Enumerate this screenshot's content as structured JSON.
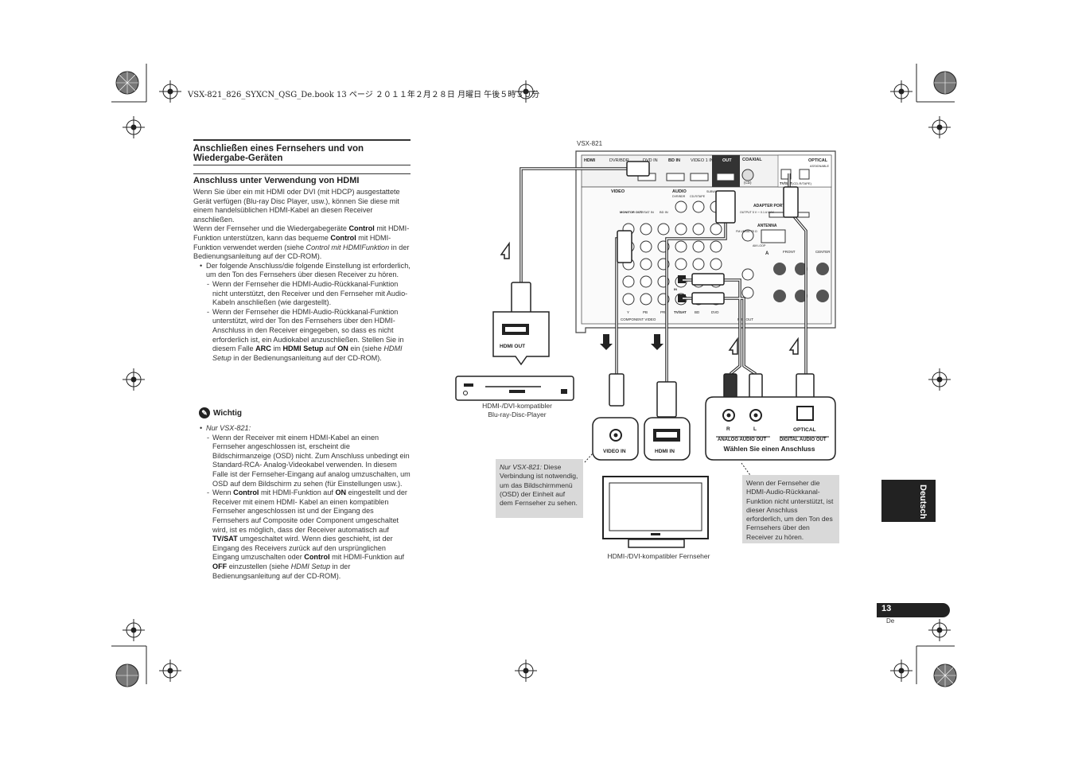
{
  "header": {
    "file_line": "VSX-821_826_SYXCN_QSG_De.book  13 ページ  ２０１１年２月２８日  月曜日  午後５時３０分"
  },
  "section": {
    "title": "Anschließen eines Fernsehers und von Wiedergabe-Geräten",
    "subtitle": "Anschluss unter Verwendung von HDMI",
    "para1": "Wenn Sie über ein mit HDMI oder DVI (mit HDCP) ausgestattete Gerät verfügen (Blu-ray Disc Player, usw.), können Sie diese mit einem handelsüblichen HDMI-Kabel an diesen Receiver anschließen.",
    "para2_a": "Wenn der Fernseher und die Wiedergabegeräte ",
    "para2_b": "Control",
    "para2_c": " mit HDMI-Funktion unterstützen, kann das bequeme ",
    "para2_d": "Control",
    "para2_e": " mit HDMI-Funktion verwendet werden (siehe ",
    "para2_f": "Control mit HDMIFunktion",
    "para2_g": " in der Bedienungsanleitung auf der CD-ROM).",
    "bullet1": "Der folgende Anschluss/die folgende Einstellung ist erforderlich, um den Ton des Fernsehers über diesen Receiver zu hören.",
    "dash1": "Wenn der Fernseher die HDMI-Audio-Rückkanal-Funktion nicht unterstützt, den Receiver und den Fernseher mit Audio-Kabeln anschließen (wie dargestellt).",
    "dash2_a": "Wenn der Fernseher die HDMI-Audio-Rückkanal-Funktion unterstützt, wird der Ton des Fernsehers über den HDMI-Anschluss in den Receiver eingegeben, so dass es nicht erforderlich ist, ein Audiokabel anzuschließen. Stellen Sie in diesem Falle ",
    "dash2_b": "ARC",
    "dash2_c": " im ",
    "dash2_d": "HDMI Setup",
    "dash2_e": " auf ",
    "dash2_f": "ON",
    "dash2_g": " ein (siehe ",
    "dash2_h": "HDMI Setup",
    "dash2_i": " in der Bedienungsanleitung auf der CD-ROM).",
    "important_label": "Wichtig",
    "important_bullet": "Nur VSX-821:",
    "imp_dash1": "Wenn der Receiver mit einem HDMI-Kabel an einen Fernseher angeschlossen ist, erscheint die Bildschirmanzeige (OSD) nicht. Zum Anschluss unbedingt ein Standard-RCA- Analog-Videokabel verwenden. In diesem Falle ist der Fernseher-Eingang auf analog umzuschalten, um OSD auf dem Bildschirm zu sehen (für Einstellungen usw.).",
    "imp_dash2_a": "Wenn ",
    "imp_dash2_b": "Control",
    "imp_dash2_c": " mit HDMI-Funktion auf ",
    "imp_dash2_d": "ON",
    "imp_dash2_e": " eingestellt und der Receiver mit einem HDMI- Kabel an einen kompatiblen Fernseher angeschlossen ist und der Eingang des Fernsehers auf Composite oder Component umgeschaltet wird, ist es möglich, dass der Receiver automatisch auf ",
    "imp_dash2_f": "TV/SAT",
    "imp_dash2_g": " umgeschaltet wird. Wenn dies geschieht, ist der Eingang des Receivers zurück auf den ursprünglichen Eingang umzuschalten oder ",
    "imp_dash2_h": "Control",
    "imp_dash2_i": " mit HDMI-Funktion auf ",
    "imp_dash2_j": "OFF",
    "imp_dash2_k": " einzustellen (siehe ",
    "imp_dash2_l": "HDMI Setup",
    "imp_dash2_m": " in der Bedienungsanleitung auf der CD-ROM)."
  },
  "diagram": {
    "model_label": "VSX-821",
    "panel": {
      "hdmi": "HDMI",
      "dvr_bdr": "DVR/BDR",
      "dvd_in": "DVD IN",
      "bd_in": "BD IN",
      "video1_in": "VIDEO 1 IN",
      "out": "OUT",
      "coaxial": "COAXIAL",
      "optical": "OPTICAL",
      "assignable": "ASSIGNABLE",
      "cd": "(CD)",
      "tv_sat": "TV/SAT",
      "cd_r_tape": "(CD-R/TAPE)",
      "video": "VIDEO",
      "audio": "AUDIO",
      "monitor_out": "MONITOR OUT",
      "tvsat_in": "TV/SAT IN",
      "bd_in2": "BD IN",
      "dvr_bdr2": "DVR/BDR",
      "cd_r_tape2": "CD-R/TAPE",
      "subwoofer": "SUBWOOFER",
      "adapter_port": "ADAPTER PORT",
      "output": "OUTPUT 5 V ⎓ 0.1 A MAX",
      "antenna": "ANTENNA",
      "fm_unbal": "FM UNBAL 75 Ω",
      "am_loop": "AM LOOP",
      "front": "FRONT",
      "center": "CENTER",
      "in": "IN",
      "dvd": "DVD",
      "bd": "BD",
      "tvsat2": "TV/SAT",
      "component_video": "COMPONENT VIDEO",
      "pre_out": "PRE OUT",
      "y": "Y",
      "pb": "PB",
      "pr": "PR",
      "r": "R",
      "l": "L",
      "a": "A"
    },
    "hdmi_out": "HDMI OUT",
    "bd_player_caption_1": "HDMI-/DVI-kompatibler",
    "bd_player_caption_2": "Blu-ray-Disc-Player",
    "video_in": "VIDEO IN",
    "hdmi_in": "HDMI IN",
    "r_label": "R",
    "l_label": "L",
    "analog_audio_out": "ANALOG AUDIO OUT",
    "optical_label": "OPTICAL",
    "digital_audio_out": "DIGITAL AUDIO OUT",
    "choose": "Wählen Sie einen Anschluss",
    "note_left_a": "Nur VSX-821:",
    "note_left_b": " Diese Verbindung ist notwendig, um das Bildschirmmenü (OSD) der Einheit auf dem Fernseher zu sehen.",
    "note_right": "Wenn der Fernseher die HDMI-Audio-Rückkanal-Funktion nicht unterstützt, ist dieser Anschluss erforderlich, um den Ton des Fernsehers über den Receiver zu hören.",
    "tv_caption": "HDMI-/DVI-kompatibler Fernseher"
  },
  "tab": {
    "label": "Deutsch"
  },
  "page": {
    "number": "13",
    "lang": "De"
  }
}
